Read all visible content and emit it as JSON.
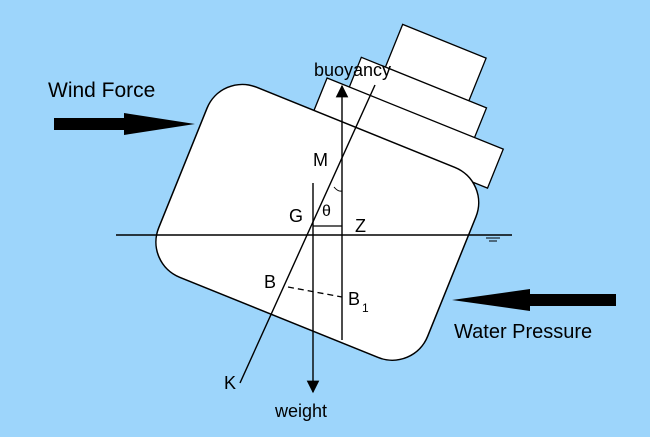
{
  "background_color": "#9dd5fb",
  "hull_fill": "#ffffff",
  "line_color": "#000000",
  "heel_angle_symbol": "θ",
  "labels": {
    "wind_force": "Wind Force",
    "water_pressure": "Water Pressure",
    "buoyancy": "buoyancy",
    "weight": "weight",
    "metacentre": "M",
    "centre_of_gravity": "G",
    "righting_point": "Z",
    "centre_of_buoyancy": "B",
    "shifted_centre_of_buoyancy": "B",
    "shifted_centre_subscript": "1",
    "keel": "K"
  },
  "water_line_icon": "water-surface-icon"
}
